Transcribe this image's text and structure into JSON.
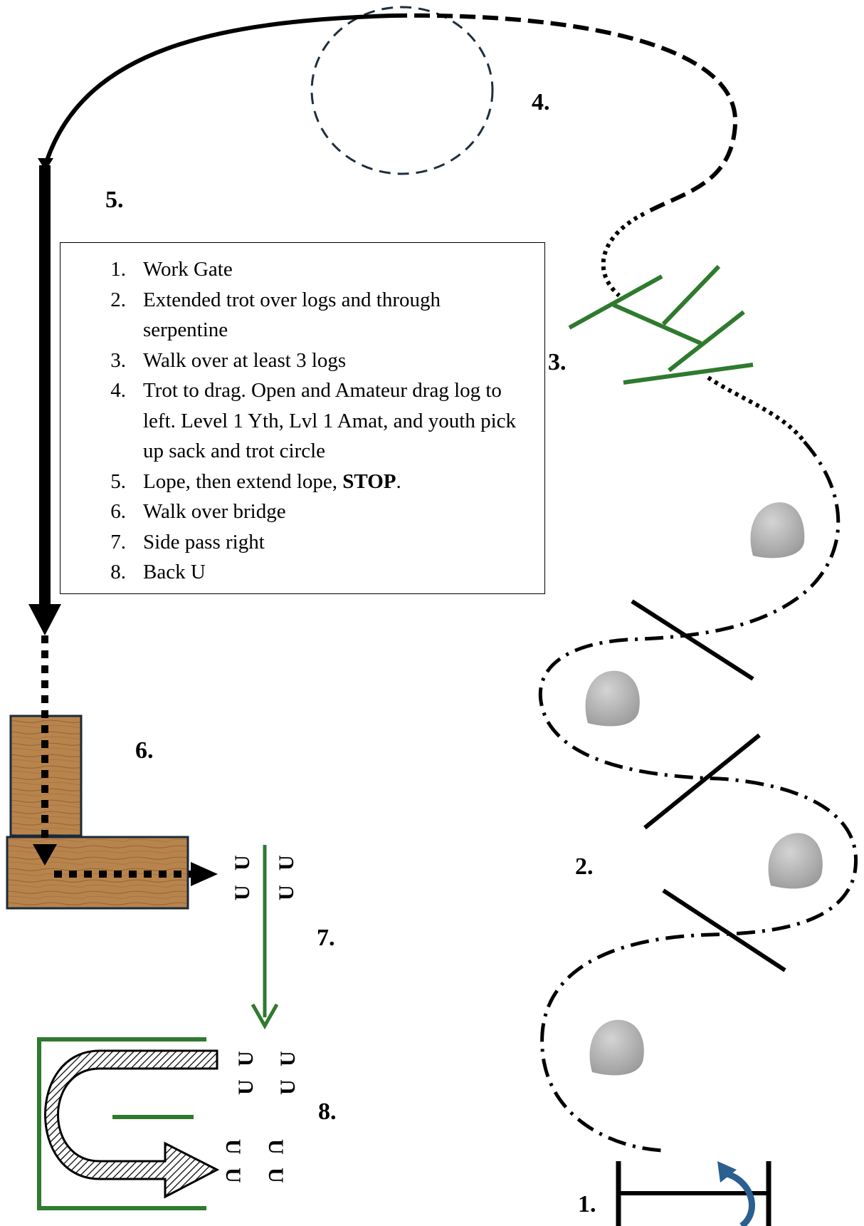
{
  "step_labels": {
    "s1": "1.",
    "s2": "2.",
    "s3": "3.",
    "s4": "4.",
    "s5": "5.",
    "s6": "6.",
    "s7": "7.",
    "s8": "8."
  },
  "instructions": [
    {
      "num": "1.",
      "text": "Work Gate"
    },
    {
      "num": "2.",
      "text": "Extended trot over logs and through serpentine"
    },
    {
      "num": "3.",
      "text": "Walk over at least 3 logs"
    },
    {
      "num": "4.",
      "text": "Trot to drag.  Open and Amateur drag log to left. Level 1 Yth, Lvl 1 Amat, and youth pick up sack and trot circle"
    },
    {
      "num": "5.",
      "text": "Lope, then extend lope, ",
      "bold": "STOP",
      "after": "."
    },
    {
      "num": "6.",
      "text": "Walk over bridge"
    },
    {
      "num": "7.",
      "text": "Side pass right"
    },
    {
      "num": "8.",
      "text": "Back U"
    }
  ],
  "colors": {
    "path": "#000000",
    "logs_green": "#2e7a2e",
    "circle_dash": "#1e2e3e",
    "bridge_wood": "#b5814a",
    "bridge_grain": "#8a5a2a",
    "rock": "#b5b5b5",
    "gate_arrow": "#2a5f8f"
  },
  "icons": {
    "rock": "rock-icon",
    "horseshoe": "horseshoe-icon",
    "gate": "gate-icon"
  }
}
